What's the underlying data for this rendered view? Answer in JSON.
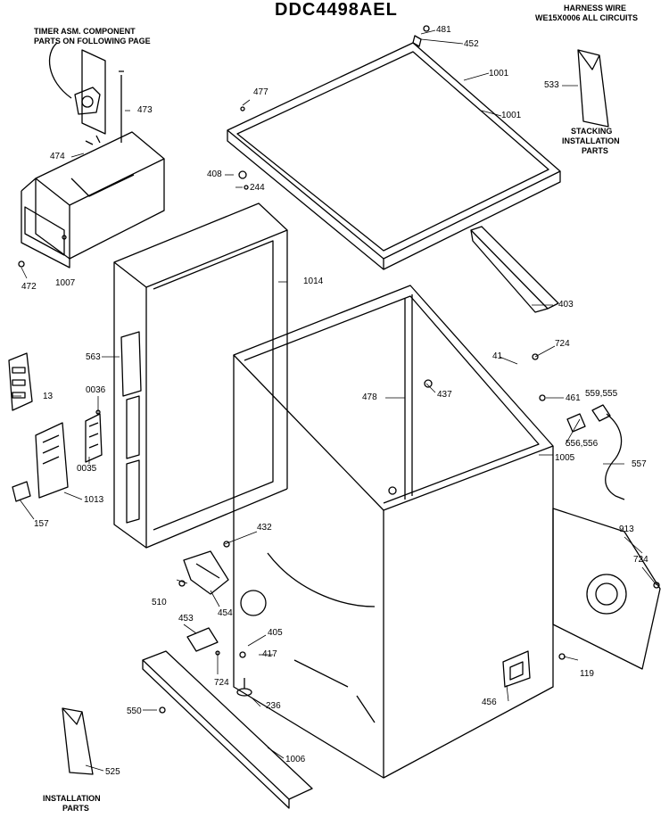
{
  "title": "DDC4498AEL",
  "notes": {
    "harness_line1": "HARNESS WIRE",
    "harness_line2": "WE15X0006 ALL CIRCUITS",
    "timer_line1": "TIMER ASM. COMPONENT",
    "timer_line2": "PARTS ON FOLLOWING PAGE",
    "stacking_line1": "STACKING",
    "stacking_line2": "INSTALLATION",
    "stacking_line3": "PARTS",
    "install_line1": "INSTALLATION",
    "install_line2": "PARTS"
  },
  "parts": [
    {
      "id": "p481",
      "label": "481"
    },
    {
      "id": "p452",
      "label": "452"
    },
    {
      "id": "p1001a",
      "label": "1001"
    },
    {
      "id": "p1001b",
      "label": "1001"
    },
    {
      "id": "p533",
      "label": "533"
    },
    {
      "id": "p477",
      "label": "477"
    },
    {
      "id": "p473",
      "label": "473"
    },
    {
      "id": "p474",
      "label": "474"
    },
    {
      "id": "p408",
      "label": "408"
    },
    {
      "id": "p244",
      "label": "244"
    },
    {
      "id": "p472",
      "label": "472"
    },
    {
      "id": "p1007",
      "label": "1007"
    },
    {
      "id": "p1014",
      "label": "1014"
    },
    {
      "id": "p403",
      "label": "403"
    },
    {
      "id": "p563",
      "label": "563"
    },
    {
      "id": "p13",
      "label": "13"
    },
    {
      "id": "p0036",
      "label": "0036"
    },
    {
      "id": "p0035",
      "label": "0035"
    },
    {
      "id": "p1013",
      "label": "1013"
    },
    {
      "id": "p157",
      "label": "157"
    },
    {
      "id": "p478",
      "label": "478"
    },
    {
      "id": "p437",
      "label": "437"
    },
    {
      "id": "p41",
      "label": "41"
    },
    {
      "id": "p724a",
      "label": "724"
    },
    {
      "id": "p461",
      "label": "461"
    },
    {
      "id": "p559",
      "label": "559,555"
    },
    {
      "id": "p556",
      "label": "556,556"
    },
    {
      "id": "p1005",
      "label": "1005"
    },
    {
      "id": "p557",
      "label": "557"
    },
    {
      "id": "p432",
      "label": "432"
    },
    {
      "id": "p510",
      "label": "510"
    },
    {
      "id": "p454",
      "label": "454"
    },
    {
      "id": "p453",
      "label": "453"
    },
    {
      "id": "p724b",
      "label": "724"
    },
    {
      "id": "p405",
      "label": "405"
    },
    {
      "id": "p417",
      "label": "417"
    },
    {
      "id": "p236",
      "label": "236"
    },
    {
      "id": "p913",
      "label": "913"
    },
    {
      "id": "p724c",
      "label": "724"
    },
    {
      "id": "p119",
      "label": "119"
    },
    {
      "id": "p456",
      "label": "456"
    },
    {
      "id": "p550",
      "label": "550"
    },
    {
      "id": "p1006",
      "label": "1006"
    },
    {
      "id": "p525",
      "label": "525"
    }
  ]
}
